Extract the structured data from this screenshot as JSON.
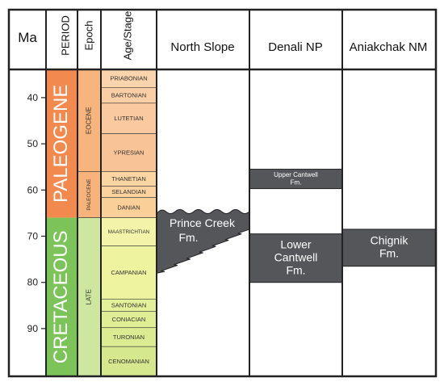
{
  "header": {
    "ma": "Ma",
    "period": "PERIOD",
    "epoch": "Epoch",
    "stage": "Age/Stage",
    "col1": "North Slope",
    "col2": "Denali NP",
    "col3": "Aniakchak NM"
  },
  "age_ticks": [
    {
      "age": 40,
      "label": "40"
    },
    {
      "age": 50,
      "label": "50"
    },
    {
      "age": 60,
      "label": "60"
    },
    {
      "age": 70,
      "label": "70"
    },
    {
      "age": 80,
      "label": "80"
    },
    {
      "age": 90,
      "label": "90"
    }
  ],
  "periods": [
    {
      "name": "PALEOGENE",
      "from": 33.9,
      "to": 66.0,
      "color": "#f2894f"
    },
    {
      "name": "CRETACEOUS",
      "from": 66.0,
      "to": 100.5,
      "color": "#7cc35a"
    }
  ],
  "epochs": [
    {
      "name": "EOCENE",
      "from": 33.9,
      "to": 56.0,
      "color": "#f7b47c"
    },
    {
      "name": "PALEOCENE",
      "from": 56.0,
      "to": 66.0,
      "color": "#f8b37a"
    },
    {
      "name": "LATE",
      "from": 66.0,
      "to": 100.5,
      "color": "#cfe6a0"
    }
  ],
  "stages": [
    {
      "name": "PRIABONIAN",
      "from": 33.9,
      "to": 37.8,
      "color": "#fbd3ad"
    },
    {
      "name": "BARTONIAN",
      "from": 37.8,
      "to": 41.2,
      "color": "#fbcfa6"
    },
    {
      "name": "LUTETIAN",
      "from": 41.2,
      "to": 47.8,
      "color": "#fac99f"
    },
    {
      "name": "YPRESIAN",
      "from": 47.8,
      "to": 56.0,
      "color": "#f9c398"
    },
    {
      "name": "THANETIAN",
      "from": 56.0,
      "to": 59.2,
      "color": "#fcd6a2"
    },
    {
      "name": "SELANDIAN",
      "from": 59.2,
      "to": 61.6,
      "color": "#fcd29e"
    },
    {
      "name": "DANIAN",
      "from": 61.6,
      "to": 66.0,
      "color": "#fbcf98"
    },
    {
      "name": "MAASTRICHTIAN",
      "from": 66.0,
      "to": 72.1,
      "color": "#f3f4a9"
    },
    {
      "name": "CAMPANIAN",
      "from": 72.1,
      "to": 83.6,
      "color": "#eef3a0"
    },
    {
      "name": "SANTONIAN",
      "from": 83.6,
      "to": 86.3,
      "color": "#e5f09a"
    },
    {
      "name": "CONIACIAN",
      "from": 86.3,
      "to": 89.8,
      "color": "#e0ee96"
    },
    {
      "name": "TURONIAN",
      "from": 89.8,
      "to": 93.9,
      "color": "#dbeb92"
    },
    {
      "name": "CENOMANIAN",
      "from": 93.9,
      "to": 100.5,
      "color": "#d6e88d"
    }
  ],
  "formations": [
    {
      "name": "Prince Creek Fm.",
      "column": "North Slope",
      "from_top": 64.5,
      "to_bottom": 78.0,
      "color": "#555659"
    },
    {
      "name": "Upper Cantwell Fm.",
      "column": "Denali NP",
      "from_top": 55.5,
      "to_bottom": 59.7,
      "color": "#555659"
    },
    {
      "name": "Lower Cantwell Fm.",
      "column": "Denali NP",
      "from_top": 69.5,
      "to_bottom": 80.0,
      "color": "#555659"
    },
    {
      "name": "Chignik Fm.",
      "column": "Aniakchak NM",
      "from_top": 68.5,
      "to_bottom": 76.5,
      "color": "#555659"
    }
  ]
}
